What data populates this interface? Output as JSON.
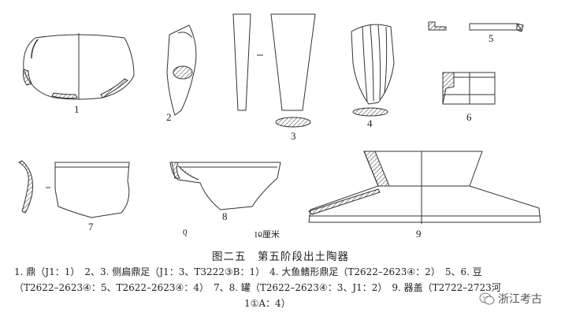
{
  "figure": {
    "numbers": [
      "1",
      "2",
      "3",
      "4",
      "5",
      "6",
      "7",
      "8",
      "9"
    ],
    "scale": {
      "start_label": "0",
      "end_label": "10厘米"
    }
  },
  "caption": {
    "title": "图二五　第五阶段出土陶器",
    "line1": "1. 鼎（J1：1）　2、3. 侧扁鼎足（J1：3、T3222③B：1）　4. 大鱼鳍形鼎足（T2622–2623④：2）　5、6. 豆",
    "line2": "（T2622–2623④：5、T2622–2623④：4）　7、8. 罐（T2622–2623④：3、J1：2）　9. 器盖（T2722–2723河",
    "line3": "1①A：4）"
  },
  "watermark": {
    "text": "浙江考古",
    "icon": "wechat-logo-icon"
  }
}
